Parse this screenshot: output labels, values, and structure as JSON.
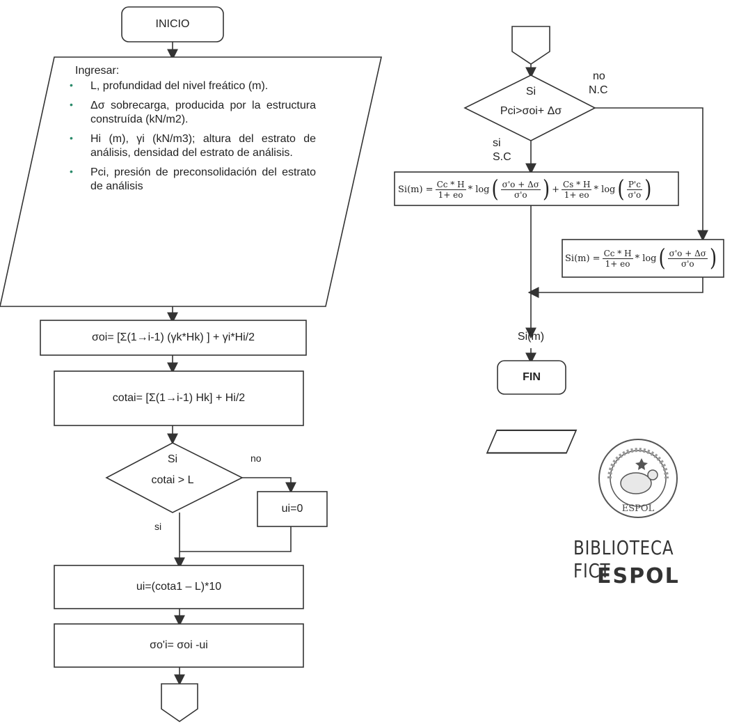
{
  "flowchart": {
    "start_label": "INICIO",
    "input_title": "Ingresar:",
    "input_items": [
      "L, profundidad del nivel freático (m).",
      "Δσ sobrecarga, producida por la estructura construída (kN/m2).",
      "Hi (m), γi (kN/m3); altura del estrato de análisis, densidad del estrato de análisis.",
      "Pci, presión de preconsolidación del estrato de análisis"
    ],
    "sigma_o": "σoi= [Σ(1→i-1) (γk*Hk) ] + γi*Hi/2",
    "cota": "cotai= [Σ(1→i-1) Hk] + Hi/2",
    "decision1_yes": "Si",
    "decision1_cond": "cotai > L",
    "decision1_no_label": "no",
    "decision1_si_label": "si",
    "u_zero": "ui=0",
    "u_formula": "ui=(cota1 – L)*10",
    "sigma_eff": "σo'i= σoi -ui",
    "decision2_yes": "Si",
    "decision2_cond": "Pci>σoi+ Δσ",
    "decision2_no_label": "no",
    "decision2_no_case": "N.C",
    "decision2_si_label": "si",
    "decision2_si_case": "S.C",
    "formula_sc": {
      "lhs": "Si(m) =",
      "t1_num": "Cc * H",
      "t1_den": "1+ eo",
      "log": "* log",
      "t2_num": "σ'o + Δσ",
      "t2_den": "σ'o",
      "plus": "+",
      "t3_num": "Cs * H",
      "t3_den": "1+ eo",
      "t4_num": "P'c",
      "t4_den": "σ'o"
    },
    "formula_nc": {
      "lhs": "Si(m) =",
      "t1_num": "Cc * H",
      "t1_den": "1+ eo",
      "log": "* log",
      "t2_num": "σ'o + Δσ",
      "t2_den": "σ'o"
    },
    "output": "Si(m)",
    "end_label": "FIN"
  },
  "library": {
    "seal_text": "ESPOL",
    "title": "BIBLIOTECA FICT",
    "subtitle": "ESPOL"
  }
}
